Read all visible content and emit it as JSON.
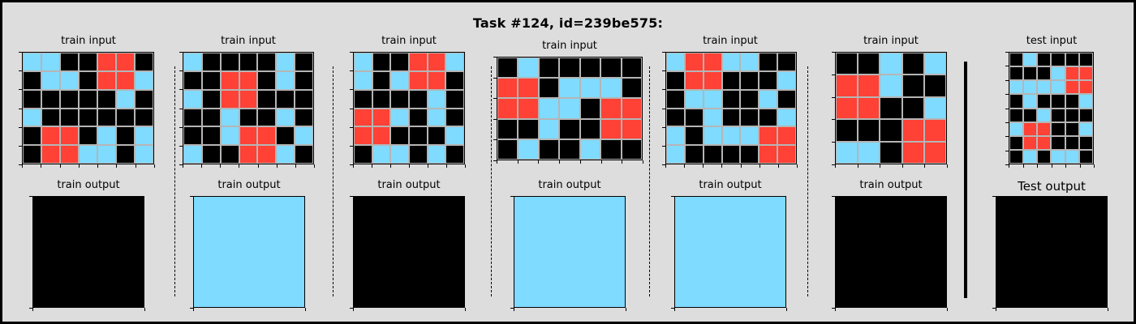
{
  "title": "Task #124, id=239be575:",
  "colors": {
    "0": "#000000",
    "2": "#ff4136",
    "8": "#7fdbff"
  },
  "panels": [
    {
      "input_label": "train input",
      "output_label": "train output",
      "input": [
        [
          8,
          8,
          0,
          0,
          2,
          2,
          0
        ],
        [
          0,
          8,
          8,
          0,
          2,
          2,
          8
        ],
        [
          0,
          0,
          0,
          0,
          0,
          8,
          0
        ],
        [
          8,
          0,
          0,
          0,
          0,
          0,
          0
        ],
        [
          0,
          2,
          2,
          0,
          8,
          0,
          8
        ],
        [
          0,
          2,
          2,
          8,
          8,
          0,
          8
        ]
      ],
      "output": [
        [
          0
        ]
      ]
    },
    {
      "input_label": "train input",
      "output_label": "train output",
      "input": [
        [
          8,
          0,
          0,
          0,
          0,
          8,
          0
        ],
        [
          0,
          0,
          2,
          2,
          0,
          8,
          0
        ],
        [
          8,
          0,
          2,
          2,
          0,
          0,
          0
        ],
        [
          0,
          0,
          8,
          0,
          0,
          8,
          0
        ],
        [
          0,
          0,
          8,
          2,
          2,
          0,
          8
        ],
        [
          8,
          0,
          0,
          2,
          2,
          8,
          0
        ]
      ],
      "output": [
        [
          8
        ]
      ]
    },
    {
      "input_label": "train input",
      "output_label": "train output",
      "input": [
        [
          8,
          0,
          0,
          2,
          2,
          8
        ],
        [
          8,
          0,
          8,
          2,
          2,
          0
        ],
        [
          0,
          0,
          0,
          0,
          8,
          0
        ],
        [
          2,
          2,
          8,
          0,
          8,
          0
        ],
        [
          2,
          2,
          0,
          0,
          0,
          8
        ],
        [
          0,
          8,
          8,
          0,
          8,
          0
        ]
      ],
      "output": [
        [
          0
        ]
      ]
    },
    {
      "input_label": "train input",
      "output_label": "train output",
      "input": [
        [
          0,
          8,
          0,
          0,
          0,
          0,
          0
        ],
        [
          2,
          2,
          0,
          8,
          8,
          8,
          0
        ],
        [
          2,
          2,
          8,
          8,
          0,
          2,
          2
        ],
        [
          0,
          0,
          8,
          0,
          0,
          2,
          2
        ],
        [
          0,
          8,
          0,
          0,
          8,
          0,
          0
        ]
      ],
      "output": [
        [
          8
        ]
      ]
    },
    {
      "input_label": "train input",
      "output_label": "train output",
      "input": [
        [
          8,
          2,
          2,
          8,
          8,
          0,
          0
        ],
        [
          0,
          2,
          2,
          0,
          0,
          0,
          8
        ],
        [
          0,
          8,
          8,
          0,
          0,
          8,
          0
        ],
        [
          0,
          0,
          8,
          0,
          0,
          0,
          8
        ],
        [
          8,
          0,
          8,
          8,
          8,
          2,
          2
        ],
        [
          8,
          0,
          0,
          0,
          0,
          2,
          2
        ]
      ],
      "output": [
        [
          8
        ]
      ]
    },
    {
      "input_label": "train input",
      "output_label": "train output",
      "input": [
        [
          0,
          0,
          8,
          0,
          8
        ],
        [
          2,
          2,
          8,
          0,
          0
        ],
        [
          2,
          2,
          0,
          0,
          8
        ],
        [
          0,
          0,
          0,
          2,
          2
        ],
        [
          8,
          8,
          0,
          2,
          2
        ]
      ],
      "output": [
        [
          0
        ]
      ]
    },
    {
      "input_label": "test input",
      "output_label": "Test output",
      "input": [
        [
          0,
          8,
          0,
          0,
          0,
          0
        ],
        [
          0,
          0,
          0,
          8,
          2,
          2
        ],
        [
          8,
          8,
          8,
          8,
          2,
          2
        ],
        [
          0,
          8,
          0,
          0,
          0,
          8
        ],
        [
          0,
          0,
          8,
          0,
          0,
          0
        ],
        [
          8,
          2,
          2,
          0,
          0,
          8
        ],
        [
          0,
          2,
          2,
          0,
          0,
          0
        ],
        [
          0,
          8,
          0,
          8,
          8,
          0
        ]
      ],
      "output": [
        [
          0
        ]
      ]
    }
  ]
}
